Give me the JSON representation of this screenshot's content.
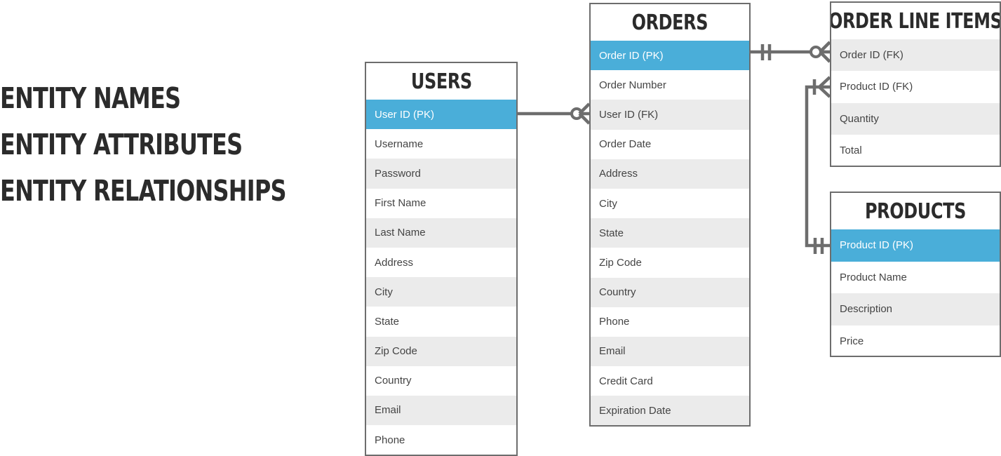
{
  "legend": {
    "lines": [
      "ENTITY NAMES",
      "ENTITY ATTRIBUTES",
      "ENTITY RELATIONSHIPS"
    ]
  },
  "entities": {
    "users": {
      "title": "USERS",
      "attributes": [
        "User ID (PK)",
        "Username",
        "Password",
        "First Name",
        "Last Name",
        "Address",
        "City",
        "State",
        "Zip Code",
        "Country",
        "Email",
        "Phone"
      ]
    },
    "orders": {
      "title": "ORDERS",
      "attributes": [
        "Order ID (PK)",
        "Order Number",
        "User ID (FK)",
        "Order Date",
        "Address",
        "City",
        "State",
        "Zip Code",
        "Country",
        "Phone",
        "Email",
        "Credit Card",
        "Expiration Date"
      ]
    },
    "order_line_items": {
      "title": "ORDER LINE ITEMS",
      "attributes": [
        "Order ID (FK)",
        "Product ID (FK)",
        "Quantity",
        "Total"
      ]
    },
    "products": {
      "title": "PRODUCTS",
      "attributes": [
        "Product ID (PK)",
        "Product Name",
        "Description",
        "Price"
      ]
    }
  },
  "relationships": [
    {
      "from": "users.User ID (PK)",
      "to": "orders.User ID (FK)",
      "from_cardinality": "one",
      "to_cardinality": "zero-or-many"
    },
    {
      "from": "orders.Order ID (PK)",
      "to": "order_line_items.Order ID (FK)",
      "from_cardinality": "one-and-only-one",
      "to_cardinality": "zero-or-many"
    },
    {
      "from": "products.Product ID (PK)",
      "to": "order_line_items.Product ID (FK)",
      "from_cardinality": "one-and-only-one",
      "to_cardinality": "one-or-many"
    }
  ],
  "colors": {
    "primary_key_fill": "#4aaed9",
    "border": "#6d6d6d",
    "row_alt": "#ebebeb",
    "text": "#444444"
  }
}
